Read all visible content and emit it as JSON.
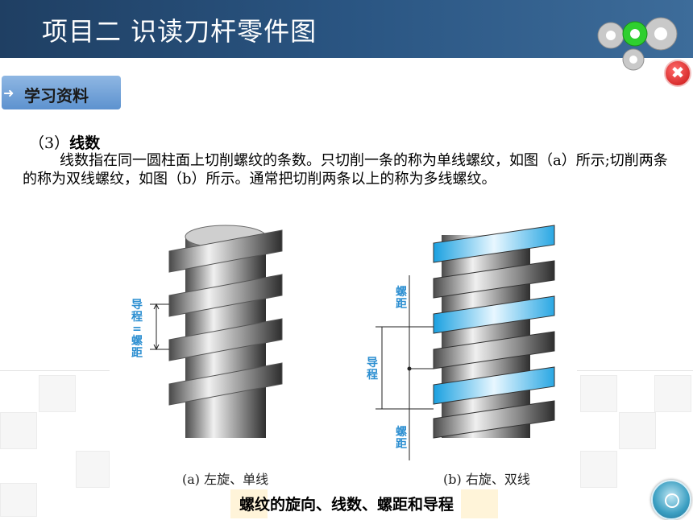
{
  "header": {
    "title": "项目二    识读刀杆零件图"
  },
  "close_button": {
    "label": "✖"
  },
  "study_tab": {
    "arrow": "➜",
    "label": "学习资料"
  },
  "section": {
    "heading_number": "（3）",
    "heading_title": "线数",
    "body": "线数指在同一圆柱面上切削螺纹的条数。只切削一条的称为单线螺纹，如图（a）所示;切削两条的称为双线螺纹，如图（b）所示。通常把切削两条以上的称为多线螺纹。"
  },
  "figure": {
    "left": {
      "caption": "(a) 左旋、单线",
      "dimension_label": "导程=螺距"
    },
    "right": {
      "caption": "(b) 右旋、双线",
      "label_top": "螺距",
      "label_middle": "导程",
      "label_bottom": "螺距"
    }
  },
  "bottom_caption": "螺纹的旋向、线数、螺距和导程",
  "colors": {
    "header": "#2a5582",
    "tab": "#5d92cf",
    "label_blue": "#2d8fd1",
    "thread_blue": "#3fb1e6"
  }
}
